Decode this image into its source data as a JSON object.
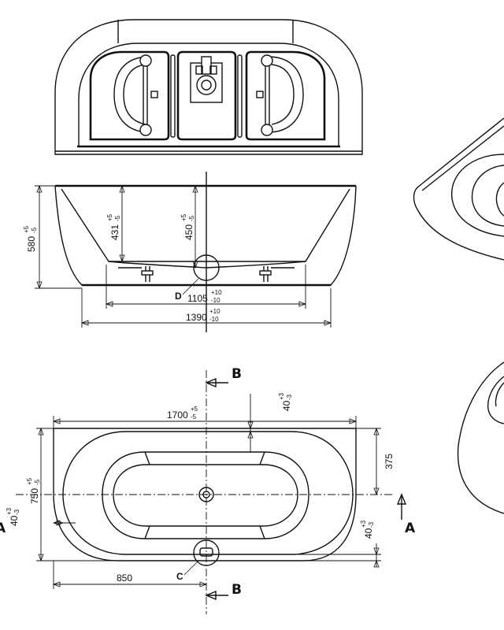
{
  "top_view": {},
  "front_view": {
    "dims": {
      "height_total": {
        "main": "580",
        "tol_upper": "+5",
        "tol_lower": "-5"
      },
      "depth_inner": {
        "main": "431",
        "tol_upper": "+5",
        "tol_lower": "-5"
      },
      "depth_center": {
        "main": "450",
        "tol_upper": "+5",
        "tol_lower": "-5"
      },
      "width_inner": {
        "main": "1105",
        "tol_upper": "+10",
        "tol_lower": "-10"
      },
      "width_total": {
        "main": "1390",
        "tol_upper": "+10",
        "tol_lower": "-10"
      }
    },
    "detail_label": "D"
  },
  "plan_view": {
    "dims": {
      "length": {
        "main": "1700",
        "tol_upper": "+5",
        "tol_lower": "-5"
      },
      "width": {
        "main": "750",
        "tol_upper": "+5",
        "tol_lower": "-5"
      },
      "offset_top": {
        "main": "40",
        "tol_upper": "+3",
        "tol_lower": "-3"
      },
      "offset_left": {
        "main": "40",
        "tol_upper": "+3",
        "tol_lower": "-3"
      },
      "offset_right": {
        "main": "40",
        "tol_upper": "+3",
        "tol_lower": "-3"
      },
      "half_width": {
        "main": "375"
      },
      "drain_position": {
        "main": "850"
      }
    },
    "section_b": "B",
    "section_a": "A",
    "detail_label": "C"
  }
}
